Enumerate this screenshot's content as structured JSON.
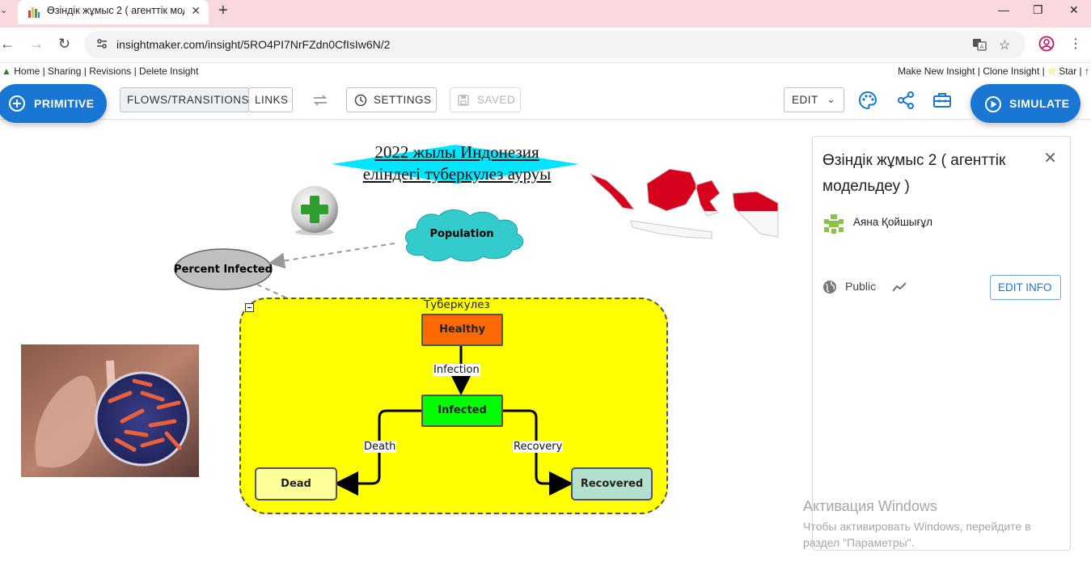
{
  "browser": {
    "tab_title": "Өзіндік жұмыс 2 ( агенттік мод",
    "url": "insightmaker.com/insight/5RO4PI7NrFZdn0CfIsIw6N/2"
  },
  "nav_links": {
    "home": "Home",
    "sharing": "Sharing",
    "revisions": "Revisions",
    "delete": "Delete Insight",
    "sep": " | "
  },
  "right_links": {
    "new": "Make New Insight",
    "clone": "Clone Insight",
    "star": "Star",
    "sep": " | ",
    "tail": " | ↑"
  },
  "toolbar": {
    "primitive": "PRIMITIVE",
    "flows": "FLOWS/TRANSITIONS",
    "links": "LINKS",
    "settings": "SETTINGS",
    "saved": "SAVED",
    "edit": "EDIT",
    "simulate": "SIMULATE"
  },
  "canvas": {
    "title_line1": "2022 жылы Индонезия",
    "title_line2": "еліндегі туберкулез ауруы",
    "population": "Population",
    "percent_infected": "Percent Infected",
    "folder_label": "Туберкулез",
    "folder_toggle": "–",
    "healthy": "Healthy",
    "infected": "Infected",
    "dead": "Dead",
    "recovered": "Recovered",
    "infection": "Infection",
    "death": "Death",
    "recovery": "Recovery"
  },
  "panel": {
    "title": "Өзіндік жұмыс 2 ( агенттік модельдеу )",
    "author": "Аяна Қойшығұл",
    "visibility": "Public",
    "edit_info": "EDIT INFO"
  },
  "watermark": {
    "line1": "Активация Windows",
    "line2": "Чтобы активировать Windows, перейдите в",
    "line3": "раздел \"Параметры\"."
  },
  "colors": {
    "accent": "#1976d2",
    "tab_strip": "#f9d9dd",
    "folder": "#ffff00",
    "healthy": "#ff6a00",
    "infected": "#00ff00",
    "dead": "#ffff99",
    "recovered": "#b3e0cc",
    "population": "#33cccc",
    "percent": "#bfbfbf"
  }
}
